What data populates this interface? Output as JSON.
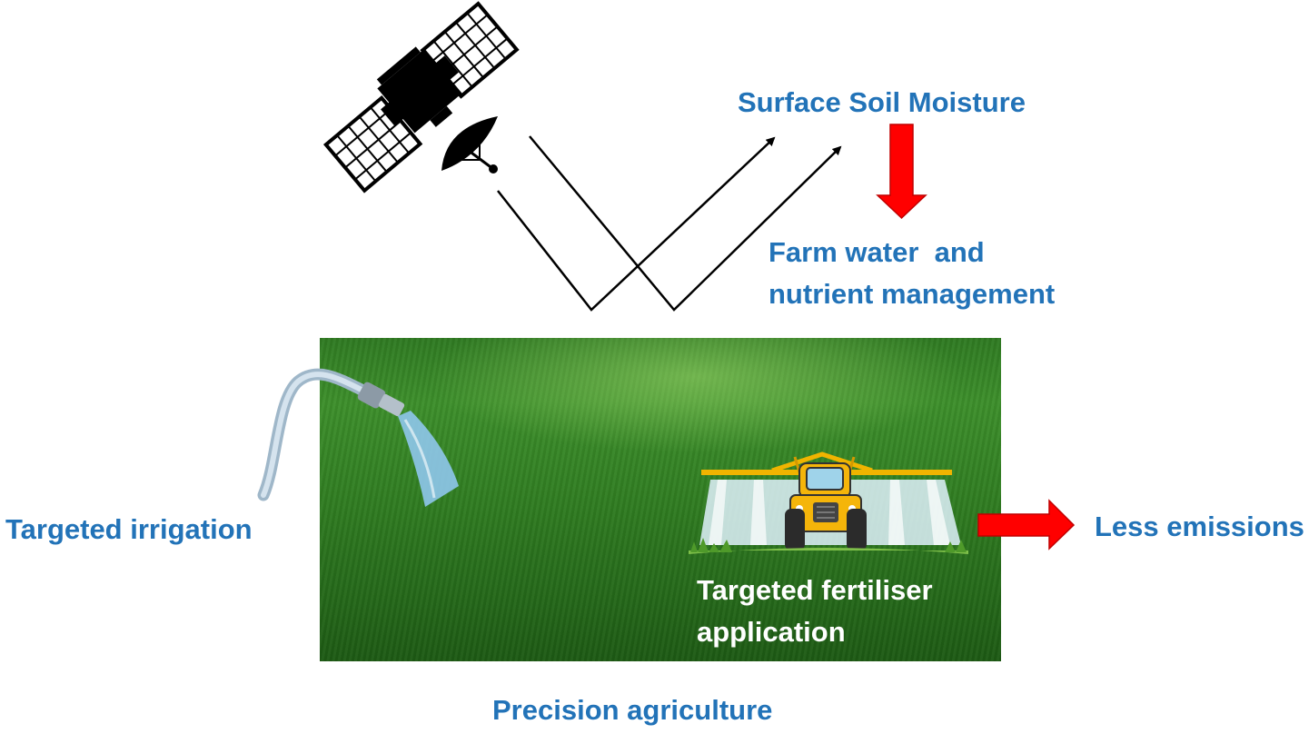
{
  "labels": {
    "surface_soil_moisture": "Surface Soil Moisture",
    "farm_water_line1": "Farm water  and",
    "farm_water_line2": "nutrient management",
    "targeted_irrigation": "Targeted irrigation",
    "less_emissions": "Less emissions",
    "targeted_fertiliser_line1": "Targeted fertiliser",
    "targeted_fertiliser_line2": "application",
    "precision_agriculture": "Precision agriculture"
  },
  "colors": {
    "label_blue": "#2273b8",
    "arrow_red": "#ff0000",
    "field_green": "#2e7a20",
    "tractor_yellow": "#f5b50a"
  },
  "icons": [
    "satellite-icon",
    "hose-icon",
    "tractor-sprayer-icon",
    "down-arrow-icon",
    "right-arrow-icon"
  ]
}
